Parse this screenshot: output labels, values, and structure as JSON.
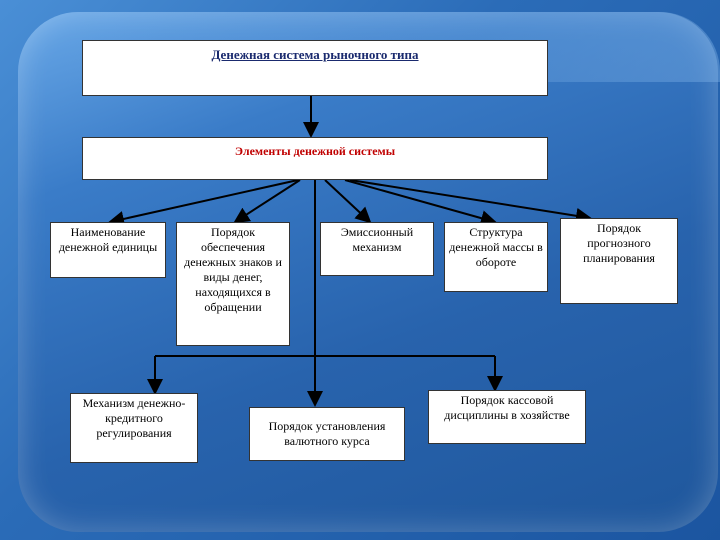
{
  "diagram": {
    "title": "Денежная система рыночного типа",
    "elements_label": "Элементы денежной системы",
    "nodes": {
      "unit_name": "Наименование денежной единицы",
      "backing_order": "Порядок обеспечения денежных знаков и виды денег, находящихся в обращении",
      "emission": "Эмиссионный механизм",
      "money_structure": "Структура денежной массы в обороте",
      "forecast_planning": "Порядок прогнозного планирования",
      "credit_regulation": "Механизм денежно-кредитного регулирования",
      "exchange_rate": "Порядок установления валютного курса",
      "cash_discipline": "Порядок кассовой дисциплины в хозяйстве"
    }
  },
  "colors": {
    "title_text": "#1a2a6e",
    "subtitle_text": "#c00000",
    "background": "#2863ad",
    "box_fill": "#ffffff"
  }
}
